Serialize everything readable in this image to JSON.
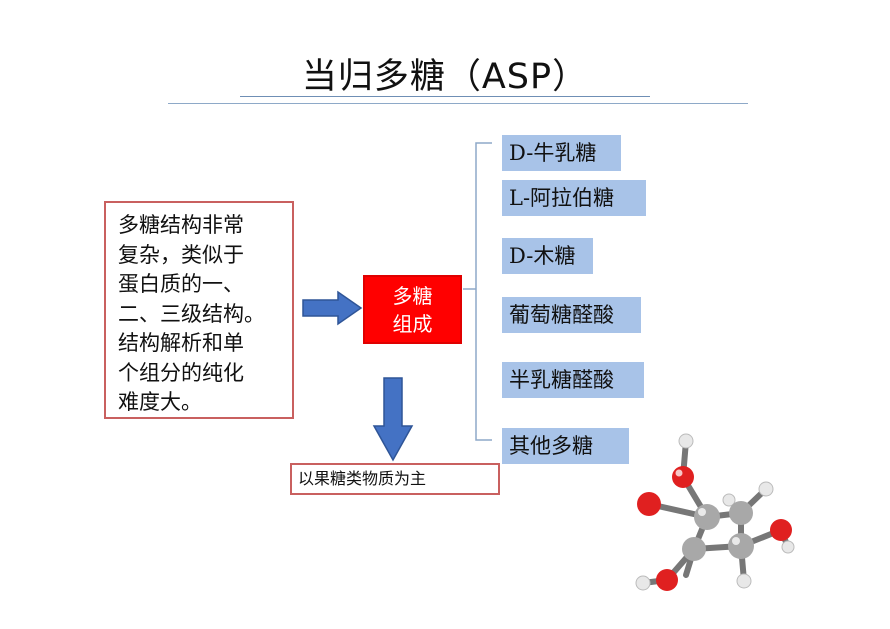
{
  "title": "当归多糖（ASP）",
  "description": "多糖结构非常\n复杂，类似于\n蛋白质的一、\n二、三级结构。\n结构解析和单\n个组分的纯化\n难度大。",
  "center": "多糖\n组成",
  "bottom_note": "以果糖类物质为主",
  "components": [
    "D-牛乳糖",
    "L-阿拉伯糖",
    "D-木糖",
    "葡萄糖醛酸",
    "半乳糖醛酸",
    "其他多糖"
  ],
  "colors": {
    "center_fill": "#ff0000",
    "item_fill": "#a8c3e8",
    "arrow_fill": "#4472c4",
    "box_border": "#c9605f"
  }
}
